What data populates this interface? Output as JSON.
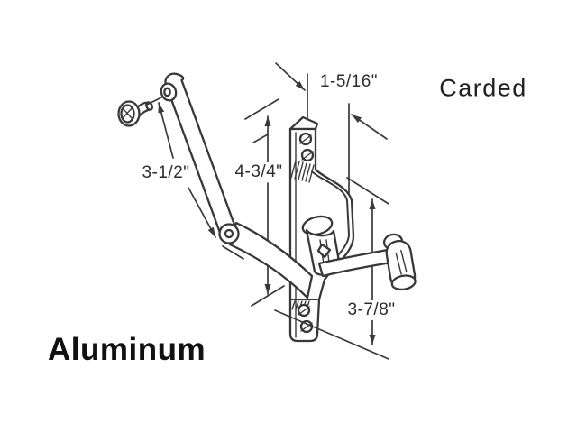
{
  "diagram": {
    "callouts": {
      "top_width": "1-5/16\"",
      "arm_length": "3-1/2\"",
      "upper_height": "4-3/4\"",
      "lower_height": "3-7/8\""
    },
    "captions": {
      "packaging": "Carded",
      "material": "Aluminum"
    },
    "colors": {
      "line": "#3a3a3a",
      "background": "#ffffff"
    }
  }
}
